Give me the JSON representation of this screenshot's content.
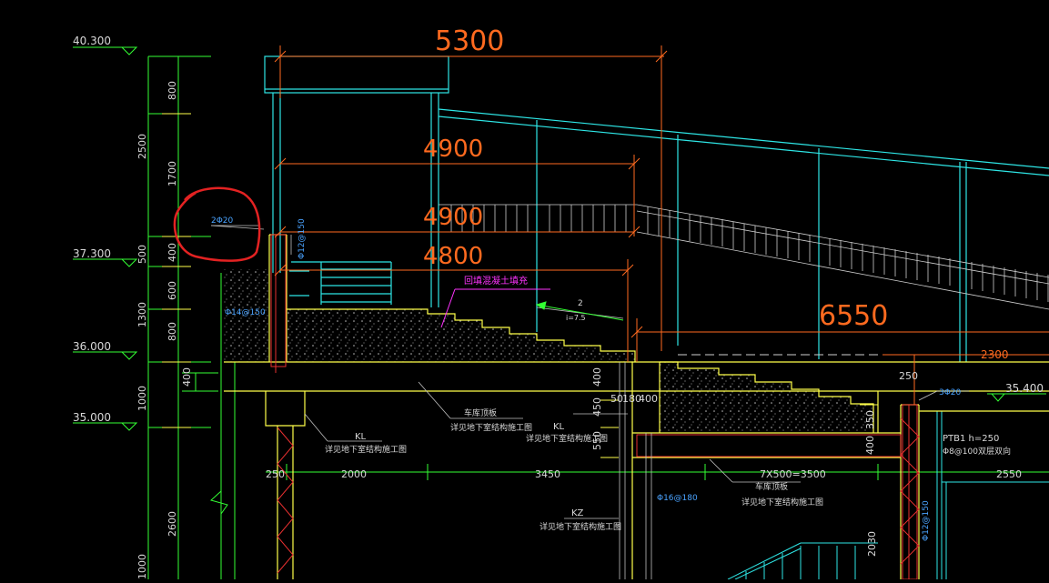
{
  "dimensions": {
    "top": "5300",
    "second": "4900",
    "third": "4900",
    "fourth": "4800",
    "right": "6550",
    "right_small": "2300"
  },
  "elevations": [
    "40.300",
    "37.300",
    "36.000",
    "35.000",
    "35.400"
  ],
  "vertical_dims": [
    "800",
    "1700",
    "2500",
    "500",
    "400",
    "600",
    "1300",
    "800",
    "400",
    "1000",
    "2600",
    "1000",
    "400",
    "450",
    "550",
    "400",
    "350",
    "2030",
    "250"
  ],
  "horizontal_dims": [
    "250",
    "2000",
    "3450",
    "7X500=3500",
    "2550",
    "50",
    "180",
    "400",
    "250"
  ],
  "rebar_labels": [
    "2Φ20",
    "Φ12@150",
    "Φ14@150",
    "Φ16@180",
    "3Φ20",
    "Φ12@150"
  ],
  "notes": {
    "magenta": "回填混凝土填充",
    "slope_a": "2",
    "slope_b": "i=7.5",
    "kl1_title": "KL",
    "kl1_sub": "详见地下室结构施工图",
    "kl2_title": "KL",
    "kl2_sub": "详见地下室结构施工图",
    "slab_title": "车库顶板",
    "slab_sub": "详见地下室结构施工图",
    "kz_title": "KZ",
    "kz_sub": "详见地下室结构施工图",
    "slab2_title": "车库顶板",
    "slab2_sub": "详见地下室结构施工图",
    "ptb_title": "PTB1 h=250",
    "ptb_sub": "Φ8@100双层双向"
  },
  "colors": {
    "background": "#000000",
    "dimension": "#ff6a1f",
    "structure": "#ffff4a",
    "railing": "#2ee6e6",
    "grid": "#33ff33",
    "annotation_circle": "#e32222",
    "magenta": "#ff33ff"
  }
}
